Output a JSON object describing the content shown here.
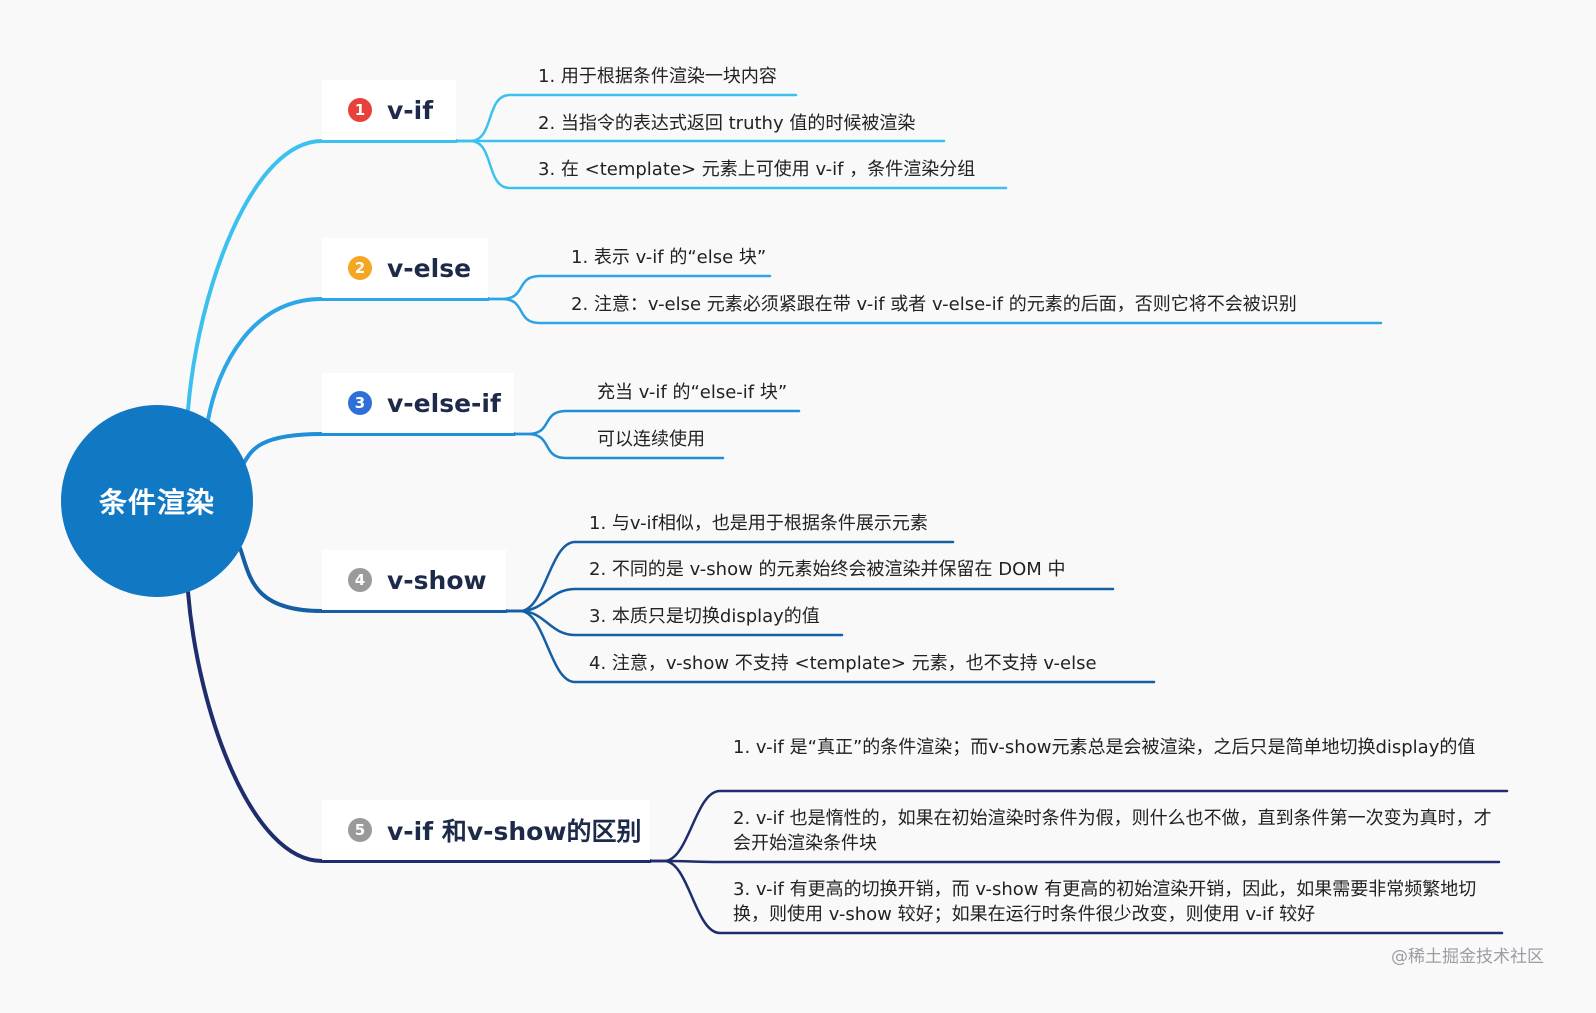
{
  "root": {
    "label": "条件渲染",
    "color": "#1178c4"
  },
  "branches": [
    {
      "num": "1",
      "label": "v-if",
      "badge_color": "#e8413b",
      "line_color": "#3cc1ef",
      "leaves": [
        "1. 用于根据条件渲染一块内容",
        "2. 当指令的表达式返回 truthy 值的时候被渲染",
        "3. 在 <template> 元素上可使用 v-if ，条件渲染分组"
      ]
    },
    {
      "num": "2",
      "label": "v-else",
      "badge_color": "#f5a623",
      "line_color": "#2da6e5",
      "leaves": [
        "1. 表示 v-if 的“else 块”",
        "2. 注意：v-else 元素必须紧跟在带 v-if 或者 v-else-if 的元素的后面，否则它将不会被识别"
      ]
    },
    {
      "num": "3",
      "label": "v-else-if",
      "badge_color": "#2f6fd8",
      "line_color": "#1f8fd8",
      "leaves": [
        "充当 v-if 的“else-if 块”",
        "可以连续使用"
      ]
    },
    {
      "num": "4",
      "label": "v-show",
      "badge_color": "#9a9a9a",
      "line_color": "#145fa3",
      "leaves": [
        "1. 与v-if相似，也是用于根据条件展示元素",
        "2. 不同的是 v-show 的元素始终会被渲染并保留在 DOM 中",
        "3. 本质只是切换display的值",
        "4. 注意，v-show 不支持 <template> 元素，也不支持 v-else"
      ]
    },
    {
      "num": "5",
      "label": "v-if 和v-show的区别",
      "badge_color": "#9a9a9a",
      "line_color": "#1e2d6b",
      "leaves": [
        "1. v-if 是“真正”的条件渲染；而v-show元素总是会被渲染，之后只是简单地切换display的值",
        "2. v-if 也是惰性的，如果在初始渲染时条件为假，则什么也不做，直到条件第一次变为真时，才会开始渲染条件块",
        "3. v-if 有更高的切换开销，而 v-show 有更高的初始渲染开销，因此，如果需要非常频繁地切换，则使用 v-show 较好；如果在运行时条件很少改变，则使用 v-if 较好"
      ]
    }
  ],
  "watermark": "@稀土掘金技术社区"
}
